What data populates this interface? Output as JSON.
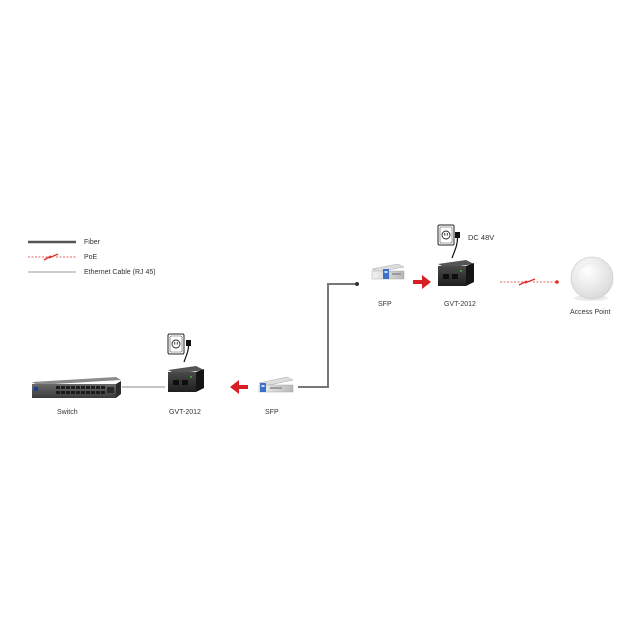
{
  "legend": {
    "fiber": "Fiber",
    "poe": "PoE",
    "ethernet": "Ethernet Cable (RJ 45)"
  },
  "devices": {
    "switch": "Switch",
    "converter_left": "GVT-2012",
    "sfp_left": "SFP",
    "sfp_right": "SFP",
    "converter_right": "GVT-2012",
    "access_point": "Access Point"
  },
  "power": {
    "dc_label": "DC 48V"
  },
  "colors": {
    "fiber": "#777777",
    "ethernet": "#888888",
    "poe": "#e0302a",
    "arrow": "#d81f26",
    "device_dark": "#2a2a2a",
    "sfp_blue": "#3c6fc9"
  },
  "icons": [
    "power-outlet-icon",
    "power-plug-icon",
    "lightning-icon",
    "arrow-left-icon",
    "arrow-right-icon"
  ]
}
